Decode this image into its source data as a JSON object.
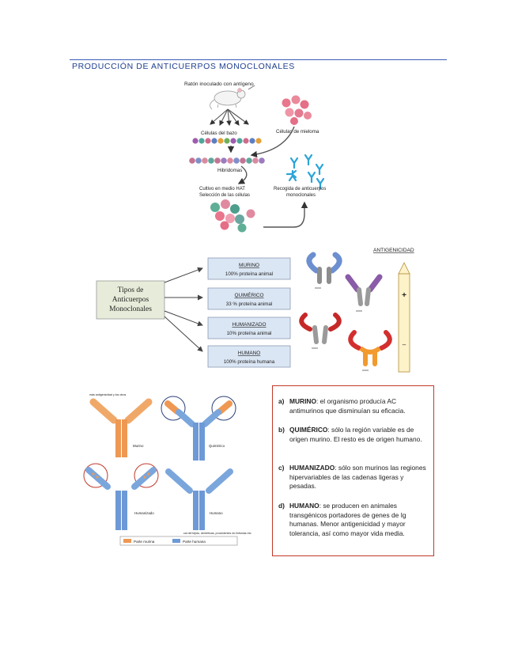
{
  "header": {
    "title": "PRODUCCIÓN DE ANTICUERPOS MONOCLONALES"
  },
  "process": {
    "mouse_label": "Ratón inoculado con antígeno",
    "spleen_label": "Células del bazo",
    "myeloma_label": "Células de mieloma",
    "hybridoma_label": "Hibridomas",
    "culture_label_1": "Cultivo en medio HAT",
    "culture_label_2": "Selección de las células",
    "harvest_label_1": "Recogida de anticuerpos",
    "harvest_label_2": "monoclonales"
  },
  "types": {
    "center_1": "Tipos de",
    "center_2": "Anticuerpos",
    "center_3": "Monoclonales",
    "antigenicity_label": "ANTIGENICIDAD",
    "plus_sign": "+",
    "minus_sign": "–",
    "boxes": [
      {
        "name": "MURINO",
        "desc": "100% proteína animal"
      },
      {
        "name": "QUIMÉRICO",
        "desc": "33 % proteína animal"
      },
      {
        "name": "HUMANIZADO",
        "desc": "10% proteína animal"
      },
      {
        "name": "HUMANO",
        "desc": "100% proteína humana"
      }
    ]
  },
  "figure": {
    "top_note": "más antigenicidad y los otros",
    "labels": {
      "murino": "Murino",
      "quimerico": "Quimérico",
      "humanizado": "Humanizado",
      "humano": "Humano"
    },
    "bottom_note": "cal del tejido, dentríticas, procedentes do linfomas etc",
    "legend_murine": "Parte murina",
    "legend_human": "Parte humana"
  },
  "descriptions": [
    {
      "letter": "a)",
      "keyword": "MURINO",
      "text": ": el organismo producía AC antimurinos que disminuían su eficacia."
    },
    {
      "letter": "b)",
      "keyword": "QUIMÉRICO",
      "text": ": sólo la región variable es de origen murino. El resto es de origen humano."
    },
    {
      "letter": "c)",
      "keyword": "HUMANIZADO",
      "text": ": sólo son murinos las regiones hipervariables de las cadenas ligeras y pesadas."
    },
    {
      "letter": "d)",
      "keyword": "HUMANO",
      "text": ": se producen en animales transgénicos portadores de genes de  Ig humanas. Menor antigenicidad y mayor tolerancia, así como mayor vida media."
    }
  ],
  "colors": {
    "accent": "#1f3f8f",
    "red_box": "#c0392b",
    "murine": "#e8883a",
    "human": "#5b8fd1",
    "box_fill": "#dbe6f4",
    "center_fill": "#e6ecd9"
  }
}
